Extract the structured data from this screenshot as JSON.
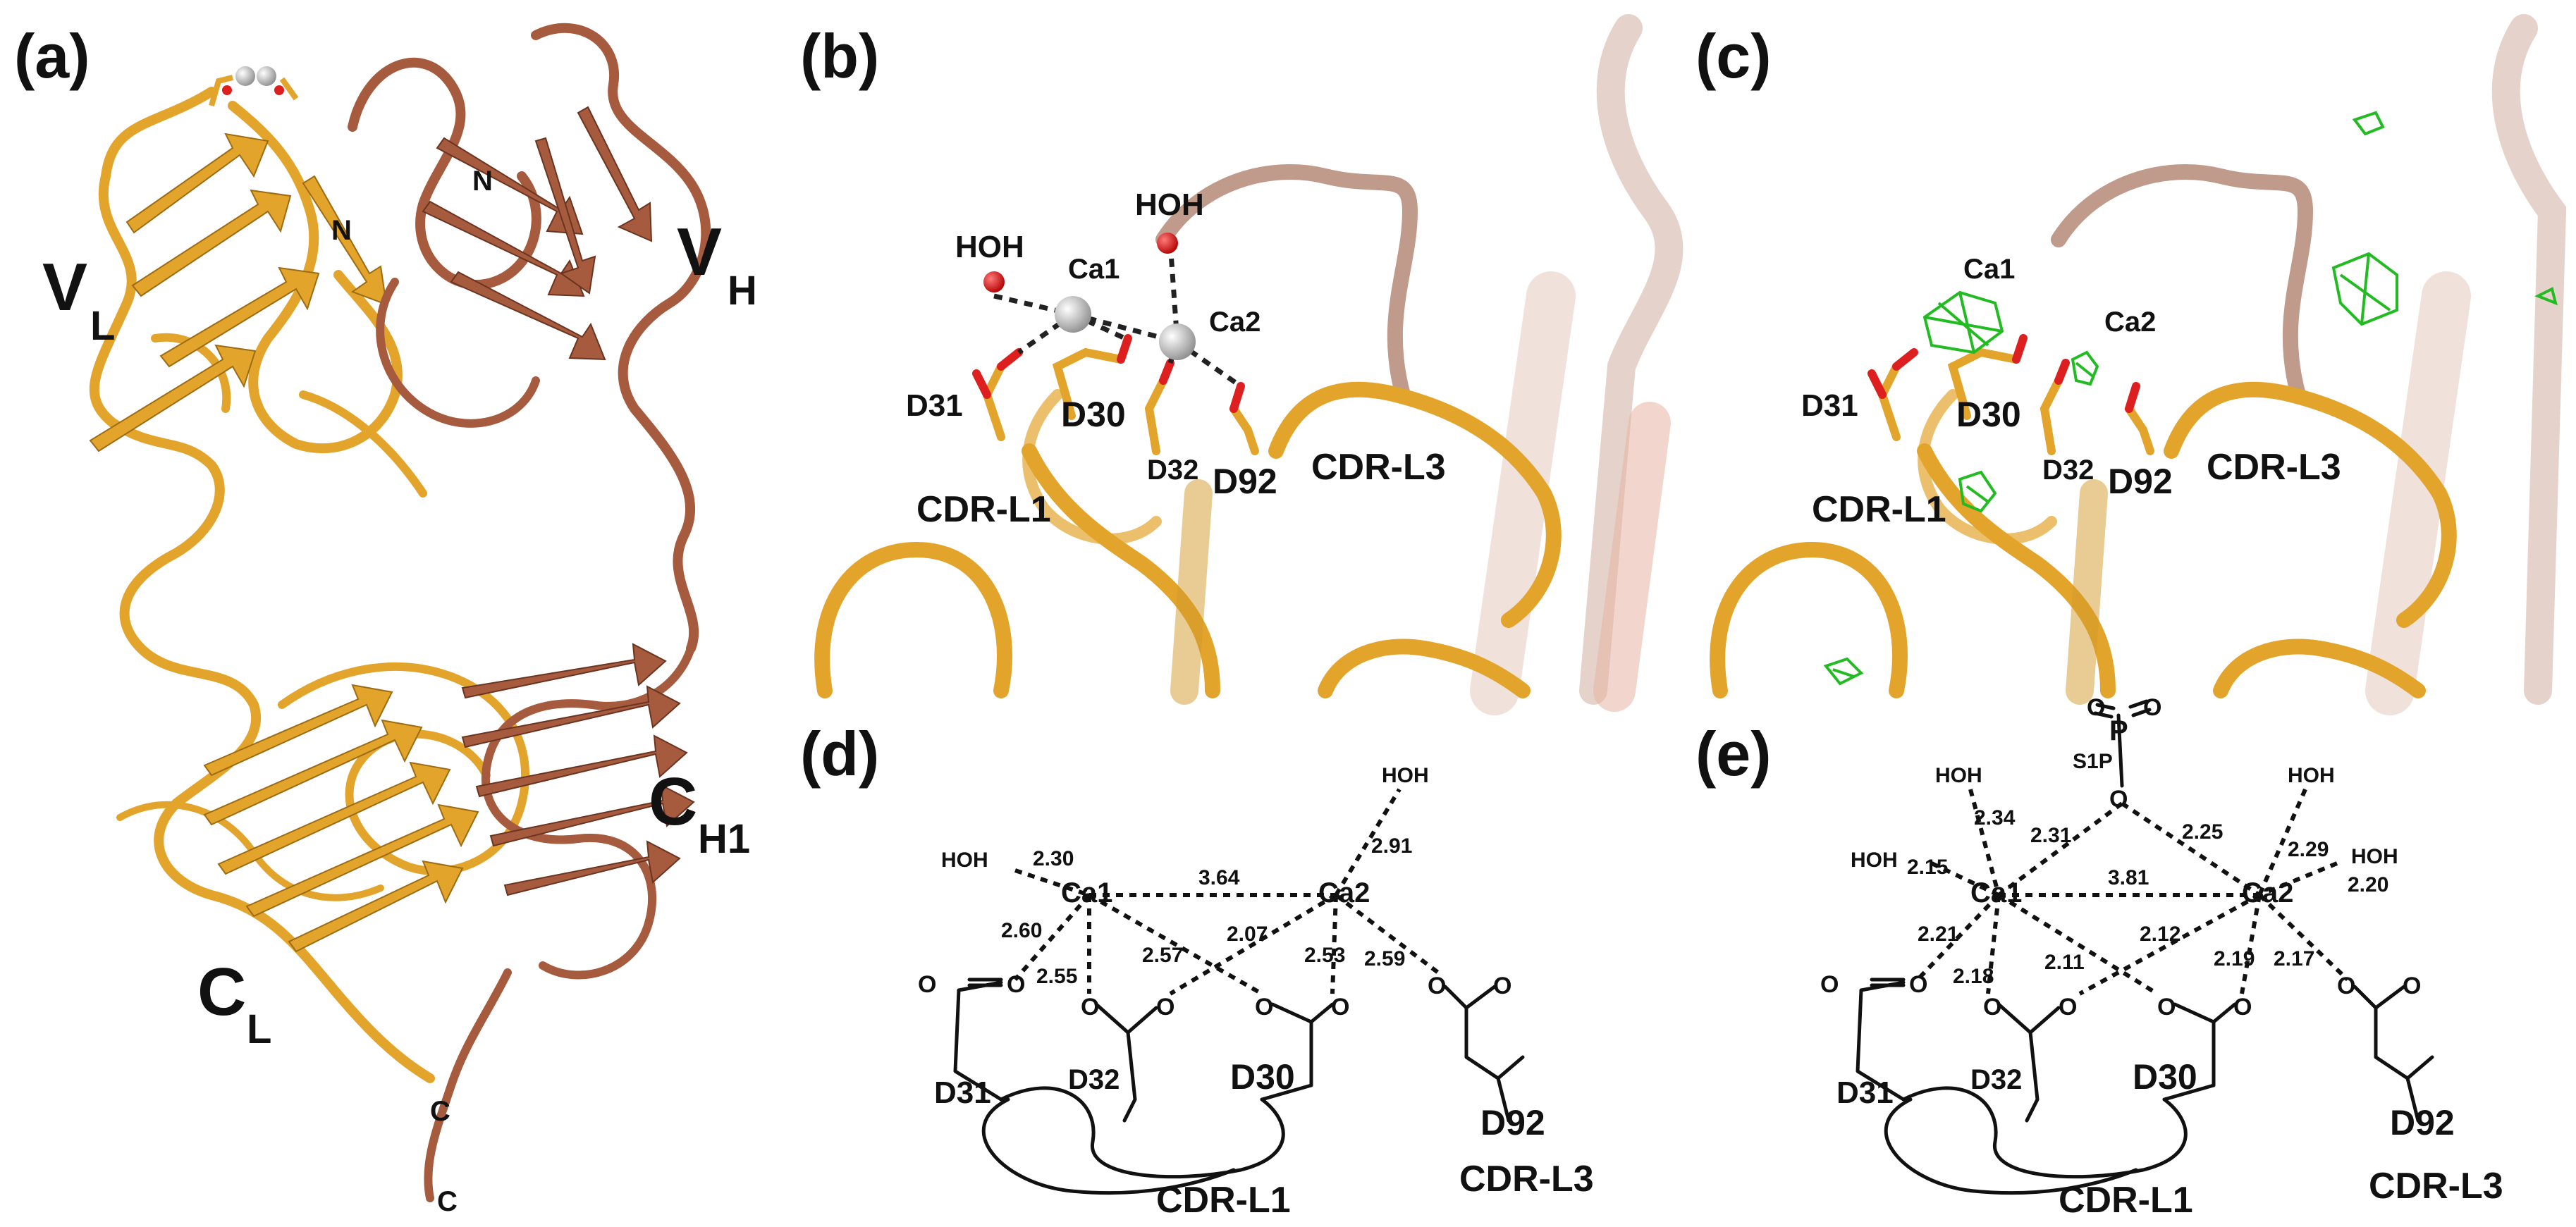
{
  "panels": {
    "a": {
      "label": "(a)",
      "vl": "V",
      "vl_sub": "L",
      "vh": "V",
      "vh_sub": "H",
      "cl": "C",
      "cl_sub": "L",
      "ch1": "C",
      "ch1_sub": "H1",
      "n1": "N",
      "n2": "N",
      "c1": "C",
      "c2": "C"
    },
    "b": {
      "label": "(b)",
      "hoh1": "HOH",
      "hoh2": "HOH",
      "ca1": "Ca1",
      "ca2": "Ca2",
      "d31": "D31",
      "d30": "D30",
      "d32": "D32",
      "d92": "D92",
      "cdrl1": "CDR-L1",
      "cdrl3": "CDR-L3"
    },
    "c": {
      "label": "(c)",
      "ca1": "Ca1",
      "ca2": "Ca2",
      "d31": "D31",
      "d30": "D30",
      "d32": "D32",
      "d92": "D92",
      "cdrl1": "CDR-L1",
      "cdrl3": "CDR-L3"
    },
    "d": {
      "label": "(d)",
      "ca1": "Ca1",
      "ca2": "Ca2",
      "hoh1": "HOH",
      "hoh2": "HOH",
      "distances": [
        "2.30",
        "3.64",
        "2.91",
        "2.60",
        "2.55",
        "2.57",
        "2.07",
        "2.53",
        "2.59"
      ],
      "o": "O",
      "d31": "D31",
      "d32": "D32",
      "d30": "D30",
      "d92": "D92",
      "cdrl1": "CDR-L1",
      "cdrl3": "CDR-L3"
    },
    "e": {
      "label": "(e)",
      "ca1": "Ca1",
      "ca2": "Ca2",
      "hoh1": "HOH",
      "hoh2": "HOH",
      "hoh3": "HOH",
      "hoh4": "HOH",
      "s1p": "S1P",
      "p": "P",
      "distances": [
        "2.34",
        "2.31",
        "2.25",
        "2.29",
        "2.15",
        "2.20",
        "3.81",
        "2.21",
        "2.18",
        "2.11",
        "2.12",
        "2.19",
        "2.17"
      ],
      "o": "O",
      "d31": "D31",
      "d32": "D32",
      "d30": "D30",
      "d92": "D92",
      "cdrl1": "CDR-L1",
      "cdrl3": "CDR-L3"
    }
  },
  "colors": {
    "light_chain": "#E3A42C",
    "heavy_chain": "#A65A3E",
    "oxygen": "#DD1F1F",
    "calcium": "#B8B8B8",
    "density_mesh": "#22BB22"
  }
}
